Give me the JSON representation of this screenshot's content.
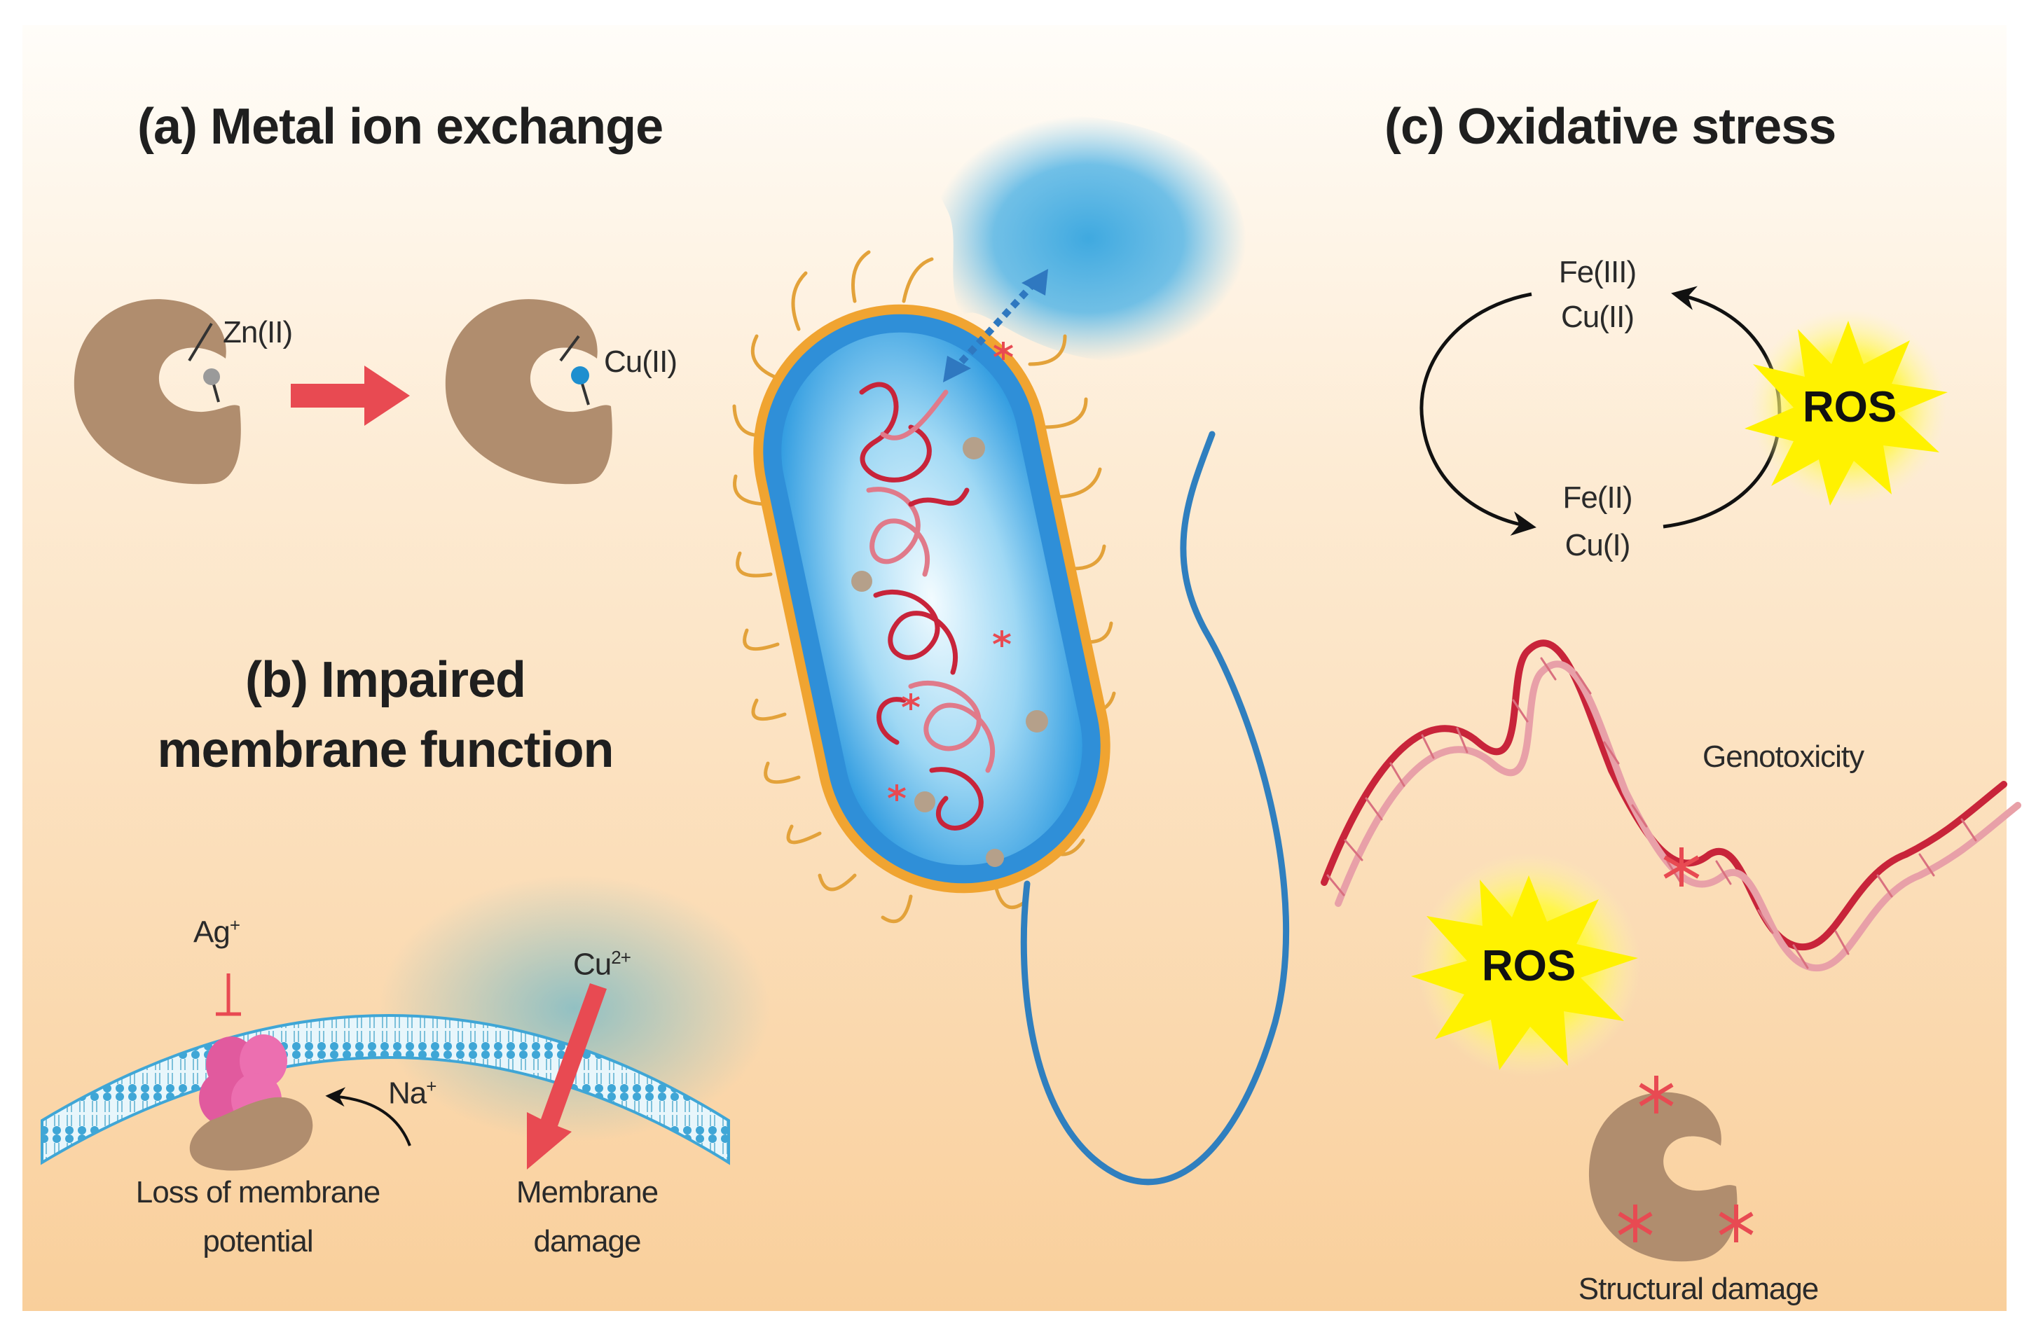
{
  "sections": {
    "a_title": "(a) Metal ion exchange",
    "b_title_line1": "(b) Impaired",
    "b_title_line2": "membrane function",
    "c_title": "(c) Oxidative stress"
  },
  "panel_a": {
    "ion_before": "Zn(II)",
    "ion_after": "Cu(II)"
  },
  "panel_b": {
    "ag_base": "Ag",
    "ag_charge": "+",
    "na_base": "Na",
    "na_charge": "+",
    "cu_base": "Cu",
    "cu_charge": "2+",
    "caption_left_line1": "Loss of membrane",
    "caption_left_line2": "potential",
    "caption_right_line1": "Membrane",
    "caption_right_line2": "damage"
  },
  "panel_c": {
    "oxidized_line1": "Fe(III)",
    "oxidized_line2": "Cu(II)",
    "reduced_line1": "Fe(II)",
    "reduced_line2": "Cu(I)",
    "ros_top": "ROS",
    "ros_bottom": "ROS",
    "genotoxicity": "Genotoxicity",
    "structural": "Structural damage"
  },
  "colors": {
    "background_top": "#fffaf3",
    "background_bottom": "#f9cf9b",
    "protein": "#b08d6e",
    "copper_dot": "#1e8fcf",
    "zinc_dot": "#9a9a9a",
    "arrow_red": "#e84a52",
    "cell_blue": "#4bb3ea",
    "cell_outline": "#f0a431",
    "flagellum": "#2f7fbf",
    "dna_red": "#c8243a",
    "ros_yellow": "#fff200",
    "membrane_blue": "#3fa6d6"
  }
}
